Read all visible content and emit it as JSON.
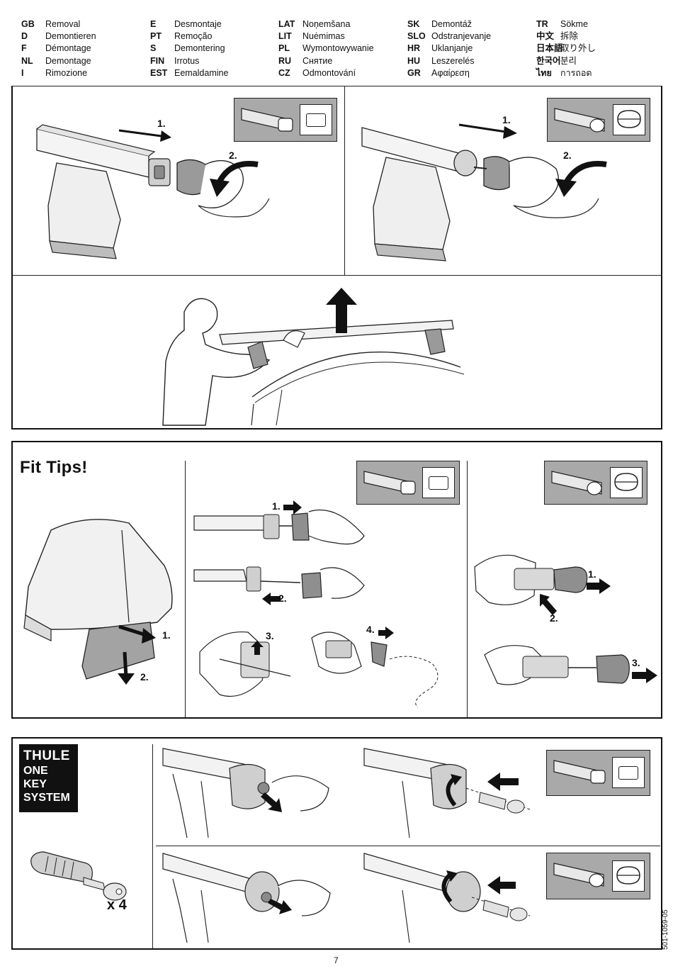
{
  "languages": [
    [
      {
        "code": "GB",
        "label": "Removal"
      },
      {
        "code": "D",
        "label": "Demontieren"
      },
      {
        "code": "F",
        "label": "Démontage"
      },
      {
        "code": "NL",
        "label": "Demontage"
      },
      {
        "code": "I",
        "label": "Rimozione"
      }
    ],
    [
      {
        "code": "E",
        "label": "Desmontaje"
      },
      {
        "code": "PT",
        "label": "Remoção"
      },
      {
        "code": "S",
        "label": "Demontering"
      },
      {
        "code": "FIN",
        "label": "Irrotus"
      },
      {
        "code": "EST",
        "label": "Eemaldamine"
      }
    ],
    [
      {
        "code": "LAT",
        "label": "Noņemšana"
      },
      {
        "code": "LIT",
        "label": "Nuėmimas"
      },
      {
        "code": "PL",
        "label": "Wymontowywanie"
      },
      {
        "code": "RU",
        "label": "Снятие"
      },
      {
        "code": "CZ",
        "label": "Odmontování"
      }
    ],
    [
      {
        "code": "SK",
        "label": "Demontáž"
      },
      {
        "code": "SLO",
        "label": "Odstranjevanje"
      },
      {
        "code": "HR",
        "label": "Uklanjanje"
      },
      {
        "code": "HU",
        "label": "Leszerelés"
      },
      {
        "code": "GR",
        "label": "Αφαίρεση"
      }
    ],
    [
      {
        "code": "TR",
        "label": "Sökme"
      },
      {
        "code": "中文",
        "label": "拆除"
      },
      {
        "code": "日本語",
        "label": "取り外し"
      },
      {
        "code": "한국어",
        "label": "분리"
      },
      {
        "code": "ไทย",
        "label": "การถอด"
      }
    ]
  ],
  "removal": {
    "left": {
      "step1": "1.",
      "step2": "2."
    },
    "right": {
      "step1": "1.",
      "step2": "2."
    }
  },
  "fit_tips": {
    "title": "Fit Tips!",
    "foot": {
      "step1": "1.",
      "step2": "2."
    },
    "square": {
      "step1": "1.",
      "step2": "2.",
      "step3": "3.",
      "step4": "4."
    },
    "wing": {
      "step1": "1.",
      "step2": "2.",
      "step3": "3."
    }
  },
  "one_key": {
    "brand": "THULE",
    "line1": "ONE",
    "line2": "KEY",
    "line3": "SYSTEM",
    "quantity": "x 4"
  },
  "footer": {
    "page_number": "7",
    "doc_code": "501-1059-05"
  },
  "colors": {
    "ink": "#111111",
    "profile_gray": "#a9a9a9",
    "part_gray": "#8a8a8a"
  }
}
